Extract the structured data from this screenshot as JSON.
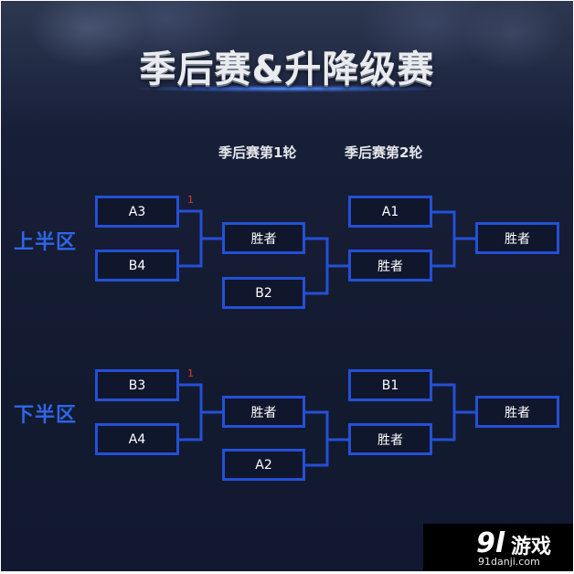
{
  "title": "季后赛&升降级赛",
  "rounds": [
    "季后赛第1轮",
    "季后赛第2轮"
  ],
  "upper": {
    "label": "上半区",
    "r1": [
      "A3",
      "B4"
    ],
    "r1_mark": "1",
    "r1_winner": "胜者",
    "r1_bye": "B2",
    "r2_seed": "A1",
    "r2_winner": "胜者",
    "final_winner": "胜者"
  },
  "lower": {
    "label": "下半区",
    "r1": [
      "B3",
      "A4"
    ],
    "r1_mark": "1",
    "r1_winner": "胜者",
    "r1_bye": "A2",
    "r2_seed": "B1",
    "r2_winner": "胜者",
    "final_winner": "胜者"
  },
  "watermark": {
    "mark": "9l",
    "name": "游戏",
    "url": "91danji.com"
  },
  "colors": {
    "box_border": "#2450d6",
    "connector": "#2450d6",
    "section_label": "#2f66e8",
    "mark": "#e0353b"
  }
}
